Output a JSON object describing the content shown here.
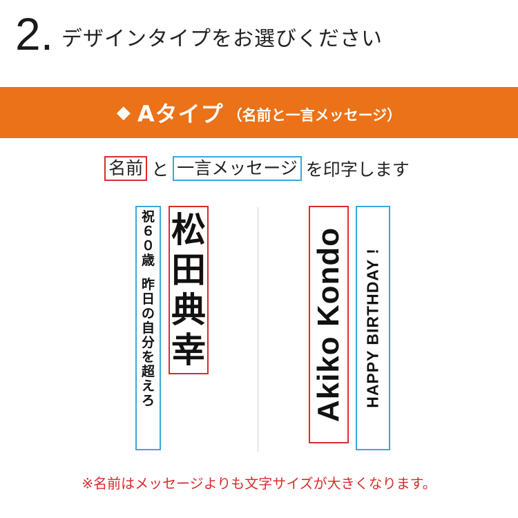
{
  "step": {
    "number": "2.",
    "title": "デザインタイプをお選びください"
  },
  "banner": {
    "diamond": "◆",
    "main": "Aタイプ",
    "sub": "（名前と一言メッセージ）",
    "color": "#eb7218"
  },
  "description": {
    "name_tag": "名前",
    "joiner": "と",
    "message_tag": "一言メッセージ",
    "suffix": "を印字します"
  },
  "sample_japanese": {
    "name_chars": [
      "松",
      "田",
      "典",
      "幸"
    ],
    "message_line1": [
      "祝",
      "６",
      "０",
      "歳"
    ],
    "message_line2": [
      "昨",
      "日",
      "の",
      "自",
      "分",
      "を",
      "超",
      "え",
      "ろ"
    ]
  },
  "sample_english": {
    "name": "Akiko Kondo",
    "message": "HAPPY BIRTHDAY !"
  },
  "note": "※名前はメッセージよりも文字サイズが大きくなります。",
  "colors": {
    "name_frame": "#d92b2b",
    "message_frame": "#3aa7d8"
  }
}
